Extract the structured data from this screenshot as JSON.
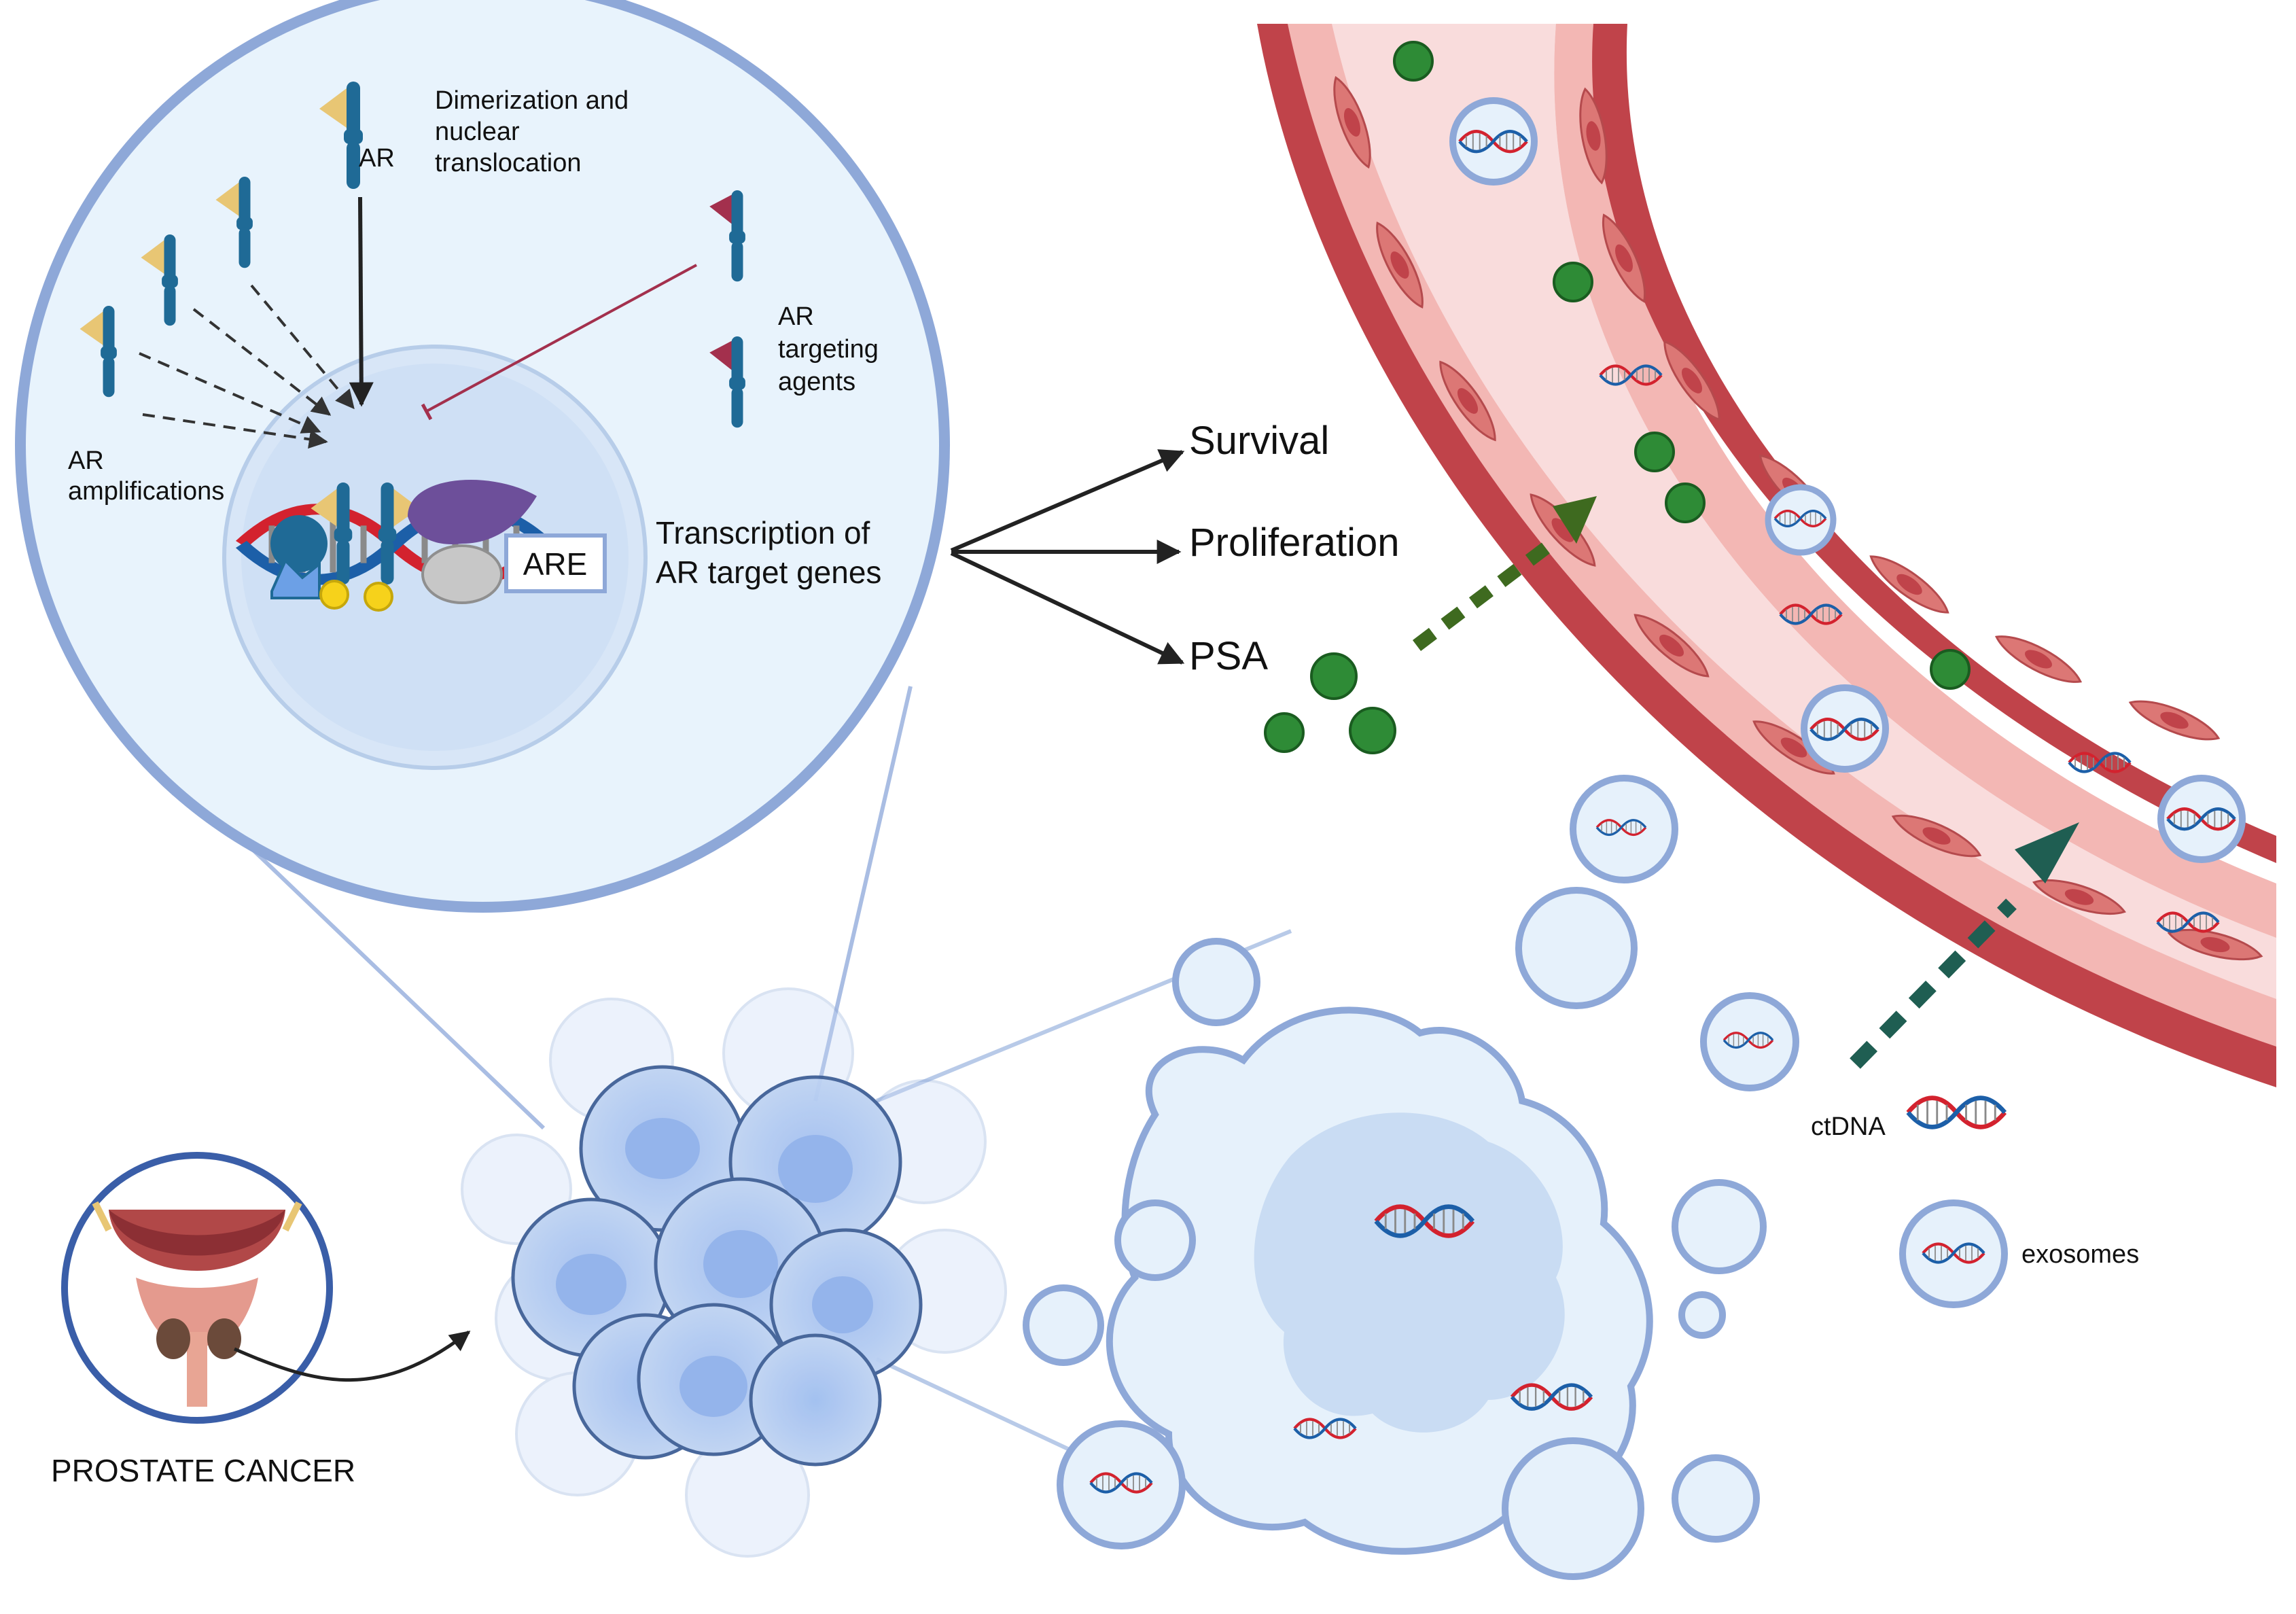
{
  "labels": {
    "dimerization": [
      "Dimerization and",
      "nuclear",
      "translocation"
    ],
    "ar": "AR",
    "ar_targeting": [
      "AR",
      "targeting",
      "agents"
    ],
    "ar_amplifications": [
      "AR",
      "amplifications"
    ],
    "are": "ARE",
    "transcription": [
      "Transcription of",
      "AR target genes"
    ],
    "survival": "Survival",
    "proliferation": "Proliferation",
    "psa": "PSA",
    "ctdna": "ctDNA",
    "exosomes": "exosomes",
    "prostate_cancer": "PROSTATE CANCER"
  },
  "colors": {
    "zoom_fill": "#e8f3fc",
    "zoom_stroke": "#8ea8d8",
    "nucleus_fill": "#c9dcf3",
    "receptor": "#1f6a96",
    "ligand": "#e8c674",
    "antagonist": "#a3304d",
    "vessel_wall": "#c0434a",
    "vessel_lumen": "#f9dcdc",
    "psa_green": "#2e8b36",
    "arrow_green": "#3e6a1f",
    "arrow_teal": "#1f5e52",
    "exosome_fill": "#e6f1fb",
    "exosome_stroke": "#8ea8d8",
    "dna_red": "#d3222e",
    "dna_blue": "#1c5fa8"
  }
}
